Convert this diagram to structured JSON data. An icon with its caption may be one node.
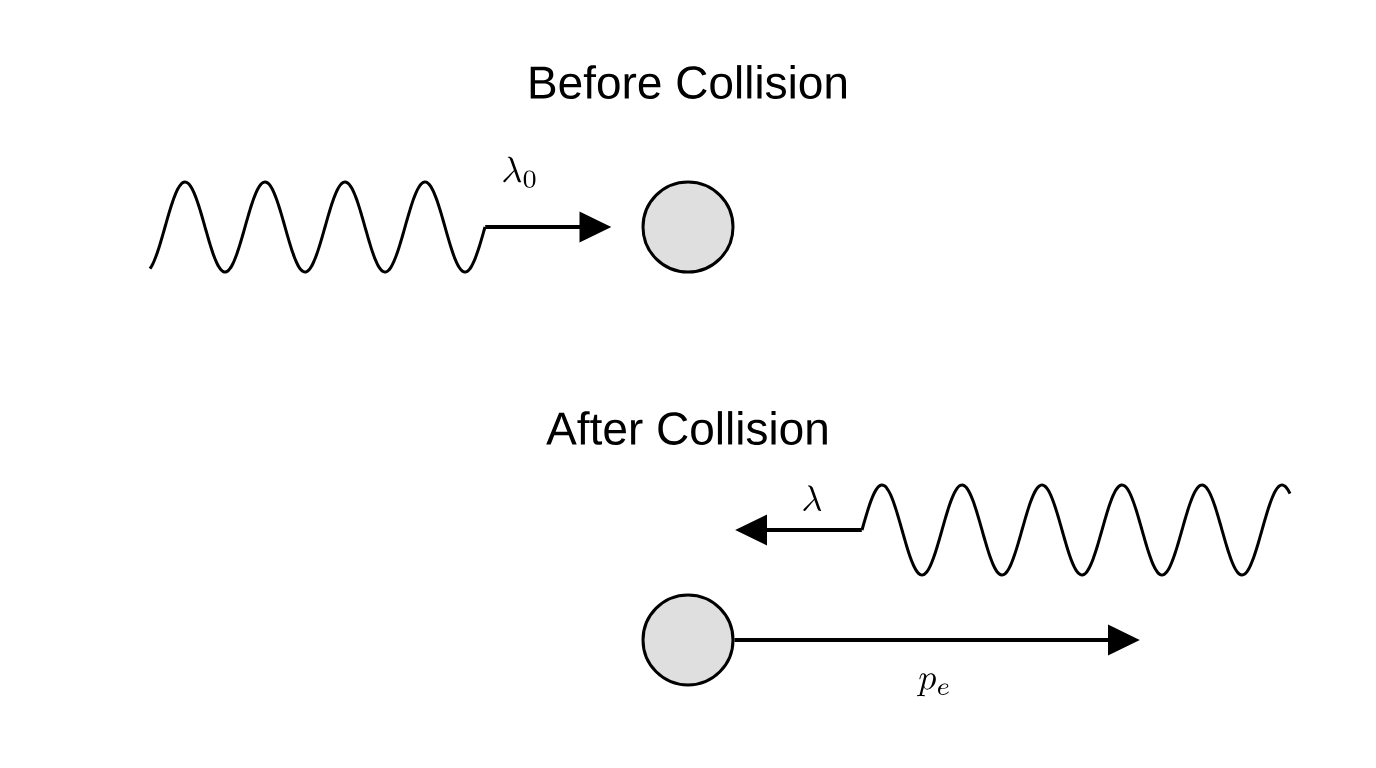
{
  "diagram": {
    "nodes": [
      {
        "text": [],
        "shape": "wave"
      },
      {
        "text": [],
        "shape": "circle"
      },
      {
        "text": [],
        "shape": "wave"
      },
      {
        "text": [],
        "shape": "circle"
      }
    ],
    "edges": [
      {
        "from": 0,
        "to": 1,
        "arrow": "to",
        "label": "\\lambda_0"
      },
      {
        "from": 2,
        "to": null,
        "arrow": "to",
        "label": "\\lambda"
      },
      {
        "from": 3,
        "to": null,
        "arrow": "to",
        "label": "p_e"
      }
    ],
    "labels": [
      "Before Collision",
      "After Collision"
    ]
  }
}
